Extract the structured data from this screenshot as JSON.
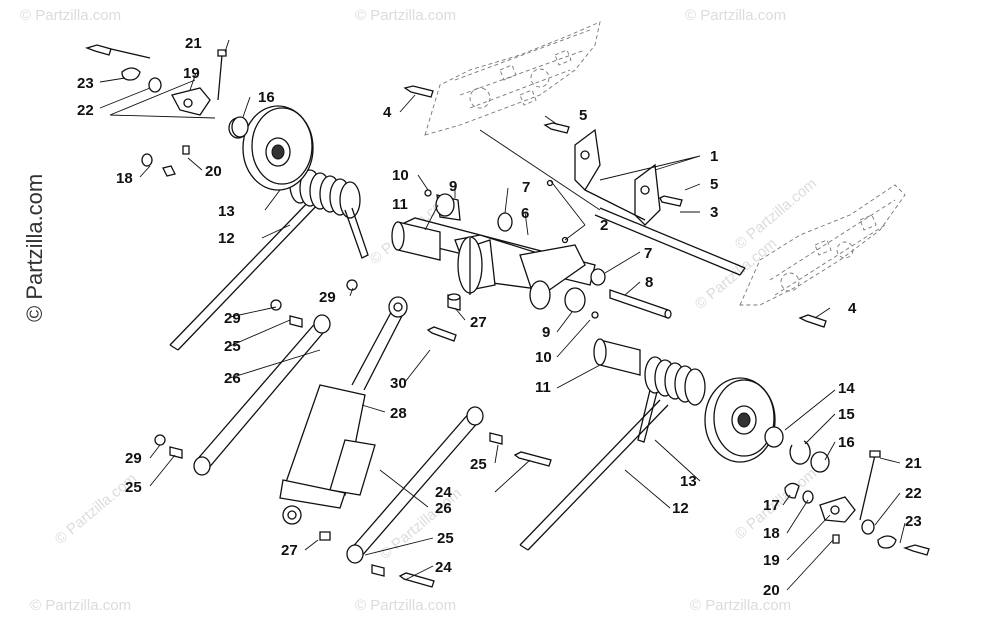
{
  "watermark": {
    "primary": "© Partzilla.com",
    "repeat": "© Partzilla.com"
  },
  "callouts": [
    {
      "id": "c1",
      "text": "1"
    },
    {
      "id": "c2",
      "text": "2"
    },
    {
      "id": "c3",
      "text": "3"
    },
    {
      "id": "c4a",
      "text": "4"
    },
    {
      "id": "c4b",
      "text": "4"
    },
    {
      "id": "c5a",
      "text": "5"
    },
    {
      "id": "c5b",
      "text": "5"
    },
    {
      "id": "c6",
      "text": "6"
    },
    {
      "id": "c7a",
      "text": "7"
    },
    {
      "id": "c7b",
      "text": "7"
    },
    {
      "id": "c8",
      "text": "8"
    },
    {
      "id": "c9a",
      "text": "9"
    },
    {
      "id": "c9b",
      "text": "9"
    },
    {
      "id": "c10a",
      "text": "10"
    },
    {
      "id": "c10b",
      "text": "10"
    },
    {
      "id": "c11a",
      "text": "11"
    },
    {
      "id": "c11b",
      "text": "11"
    },
    {
      "id": "c12a",
      "text": "12"
    },
    {
      "id": "c12b",
      "text": "12"
    },
    {
      "id": "c13a",
      "text": "13"
    },
    {
      "id": "c13b",
      "text": "13"
    },
    {
      "id": "c14",
      "text": "14"
    },
    {
      "id": "c15",
      "text": "15"
    },
    {
      "id": "c16a",
      "text": "16"
    },
    {
      "id": "c16b",
      "text": "16"
    },
    {
      "id": "c17",
      "text": "17"
    },
    {
      "id": "c18a",
      "text": "18"
    },
    {
      "id": "c18b",
      "text": "18"
    },
    {
      "id": "c19a",
      "text": "19"
    },
    {
      "id": "c19b",
      "text": "19"
    },
    {
      "id": "c20a",
      "text": "20"
    },
    {
      "id": "c20b",
      "text": "20"
    },
    {
      "id": "c21a",
      "text": "21"
    },
    {
      "id": "c21b",
      "text": "21"
    },
    {
      "id": "c22a",
      "text": "22"
    },
    {
      "id": "c22b",
      "text": "22"
    },
    {
      "id": "c23a",
      "text": "23"
    },
    {
      "id": "c23b",
      "text": "23"
    },
    {
      "id": "c24a",
      "text": "24"
    },
    {
      "id": "c24b",
      "text": "24"
    },
    {
      "id": "c25a",
      "text": "25"
    },
    {
      "id": "c25b",
      "text": "25"
    },
    {
      "id": "c25c",
      "text": "25"
    },
    {
      "id": "c25d",
      "text": "25"
    },
    {
      "id": "c26a",
      "text": "26"
    },
    {
      "id": "c26b",
      "text": "26"
    },
    {
      "id": "c27a",
      "text": "27"
    },
    {
      "id": "c27b",
      "text": "27"
    },
    {
      "id": "c28",
      "text": "28"
    },
    {
      "id": "c29a",
      "text": "29"
    },
    {
      "id": "c29b",
      "text": "29"
    },
    {
      "id": "c29c",
      "text": "29"
    },
    {
      "id": "c30",
      "text": "30"
    }
  ]
}
